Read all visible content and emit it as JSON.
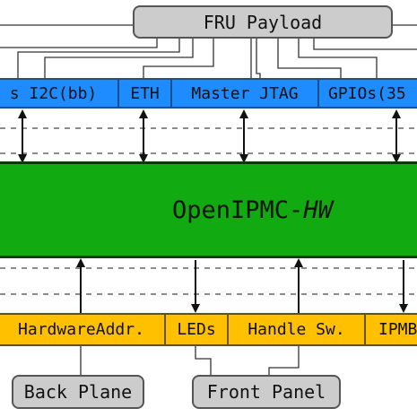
{
  "payload": {
    "label": "FRU Payload"
  },
  "interfaces_top": [
    {
      "label": "s I2C(bb)"
    },
    {
      "label": "ETH"
    },
    {
      "label": "Master JTAG"
    },
    {
      "label": "GPIOs(35"
    }
  ],
  "core": {
    "name": "OpenIPMC-",
    "suffix": "HW"
  },
  "interfaces_bottom": [
    {
      "label": "HardwareAddr."
    },
    {
      "label": "LEDs"
    },
    {
      "label": "Handle Sw."
    },
    {
      "label": "IPMB"
    }
  ],
  "back_plane": {
    "label": "Back Plane"
  },
  "front_panel": {
    "label": "Front Panel"
  },
  "colors": {
    "payload": "#cccccc",
    "top_bus": "#1e8cff",
    "core": "#11aa11",
    "bottom_bus": "#ffc000",
    "connectors": "#cccccc"
  }
}
